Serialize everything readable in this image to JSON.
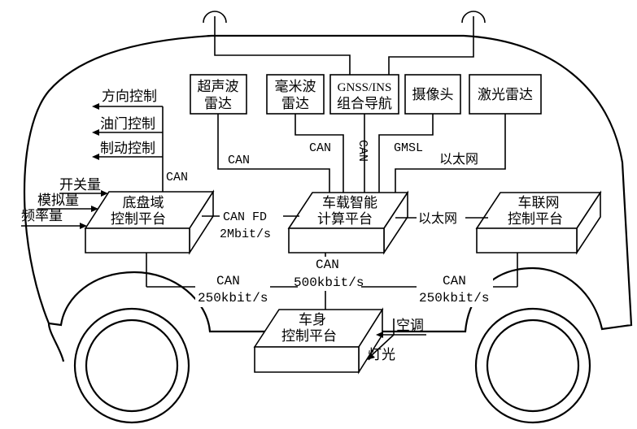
{
  "sensors": {
    "ultrasonic": [
      "超声波",
      "雷达"
    ],
    "mmwave": [
      "毫米波",
      "雷达"
    ],
    "gnss": [
      "GNSS/INS",
      "组合导航"
    ],
    "camera": "摄像头",
    "lidar": "激光雷达"
  },
  "platforms": {
    "chassis": [
      "底盘域",
      "控制平台"
    ],
    "compute": [
      "车载智能",
      "计算平台"
    ],
    "telematics": [
      "车联网",
      "控制平台"
    ],
    "body": [
      "车身",
      "控制平台"
    ]
  },
  "chassis_outputs": [
    "方向控制",
    "油门控制",
    "制动控制"
  ],
  "chassis_inputs": [
    "开关量",
    "模拟量",
    "频率量"
  ],
  "body_inputs": {
    "ac": "空调",
    "lights": "灯光"
  },
  "links": {
    "ultrasonic_can": "CAN",
    "mmwave_can": "CAN",
    "gnss_can": "CAN",
    "camera_gmsl": "GMSL",
    "lidar_eth": "以太网",
    "chassis_can": "CAN",
    "chassis_compute_canfd": "CAN FD",
    "chassis_compute_rate": "2Mbit/s",
    "compute_telematics": "以太网",
    "compute_bus": "CAN",
    "compute_bus_rate": "500kbit/s",
    "left_bus": "CAN",
    "left_bus_rate": "250kbit/s",
    "right_bus": "CAN",
    "right_bus_rate": "250kbit/s"
  }
}
